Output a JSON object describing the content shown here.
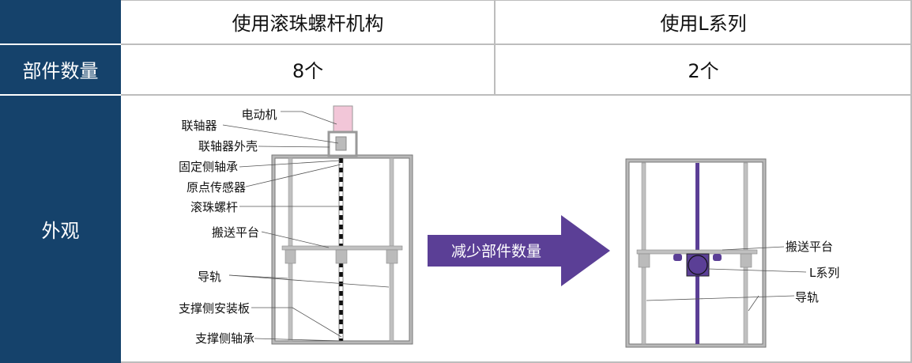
{
  "header": {
    "col1": "使用滚珠螺杆机构",
    "col2": "使用L系列"
  },
  "rows": [
    {
      "label": "部件数量",
      "col1": "8个",
      "col2": "2个"
    },
    {
      "label": "外观"
    }
  ],
  "left_diagram": {
    "labels": [
      "电动机",
      "联轴器",
      "联轴器外壳",
      "固定侧轴承",
      "原点传感器",
      "滚珠螺杆",
      "搬送平台",
      "导轨",
      "支撑侧安装板",
      "支撑侧轴承"
    ]
  },
  "arrow": {
    "text": "减少部件数量",
    "color": "#5b3f96"
  },
  "right_diagram": {
    "labels": [
      "搬送平台",
      "L系列",
      "导轨"
    ]
  },
  "colors": {
    "header_bg": "#15426b",
    "motor": "#f2c6d8",
    "actuator": "#5b3f96"
  }
}
